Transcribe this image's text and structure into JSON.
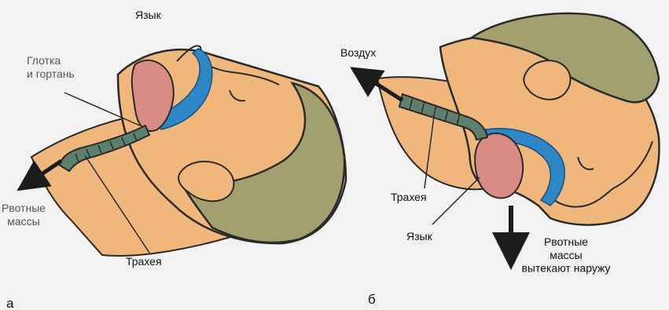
{
  "colors": {
    "background": "#f2f2f2",
    "skin": "#f0b77c",
    "skin_outline": "#2a2a2a",
    "hair": "#a3a070",
    "tongue": "#d98b86",
    "airway": "#2d87c6",
    "trachea": "#5c7f6e",
    "arrow": "#1c1c1c"
  },
  "panel_a": {
    "label": "а",
    "tongue_label": "Язык",
    "pharynx_label": "Глотка\nи гортань",
    "vomit_label": "Рвотные\nмассы",
    "trachea_label": "Трахея"
  },
  "panel_b": {
    "label": "б",
    "air_label": "Воздух",
    "trachea_label": "Трахея",
    "tongue_label": "Язык",
    "vomit_label": "Рвотные\nмассы\nвытекают наружу"
  }
}
